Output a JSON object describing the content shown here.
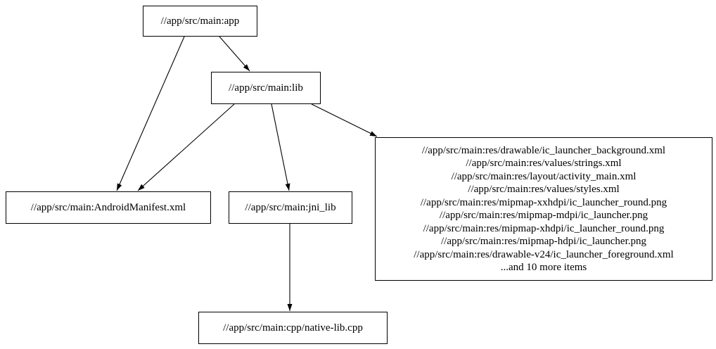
{
  "diagram": {
    "kind": "build-dependency-graph",
    "background_color": "#ffffff",
    "node_border_color": "#000000",
    "edge_color": "#000000",
    "text_color": "#000000"
  },
  "nodes": {
    "app": {
      "label": "//app/src/main:app"
    },
    "lib": {
      "label": "//app/src/main:lib"
    },
    "android_manifest": {
      "label": "//app/src/main:AndroidManifest.xml"
    },
    "jni_lib": {
      "label": "//app/src/main:jni_lib"
    },
    "native_lib_cpp": {
      "label": "//app/src/main:cpp/native-lib.cpp"
    },
    "res_group": {
      "lines": [
        "//app/src/main:res/drawable/ic_launcher_background.xml",
        "//app/src/main:res/values/strings.xml",
        "//app/src/main:res/layout/activity_main.xml",
        "//app/src/main:res/values/styles.xml",
        "//app/src/main:res/mipmap-xxhdpi/ic_launcher_round.png",
        "//app/src/main:res/mipmap-mdpi/ic_launcher.png",
        "//app/src/main:res/mipmap-xhdpi/ic_launcher_round.png",
        "//app/src/main:res/mipmap-hdpi/ic_launcher.png",
        "//app/src/main:res/drawable-v24/ic_launcher_foreground.xml",
        "...and 10 more items"
      ]
    }
  },
  "edges": [
    {
      "from": "//app/src/main:app",
      "to": "//app/src/main:lib"
    },
    {
      "from": "//app/src/main:app",
      "to": "//app/src/main:AndroidManifest.xml"
    },
    {
      "from": "//app/src/main:lib",
      "to": "//app/src/main:AndroidManifest.xml"
    },
    {
      "from": "//app/src/main:lib",
      "to": "//app/src/main:jni_lib"
    },
    {
      "from": "//app/src/main:lib",
      "to": "//app/src/main:res_group"
    },
    {
      "from": "//app/src/main:jni_lib",
      "to": "//app/src/main:cpp/native-lib.cpp"
    }
  ]
}
